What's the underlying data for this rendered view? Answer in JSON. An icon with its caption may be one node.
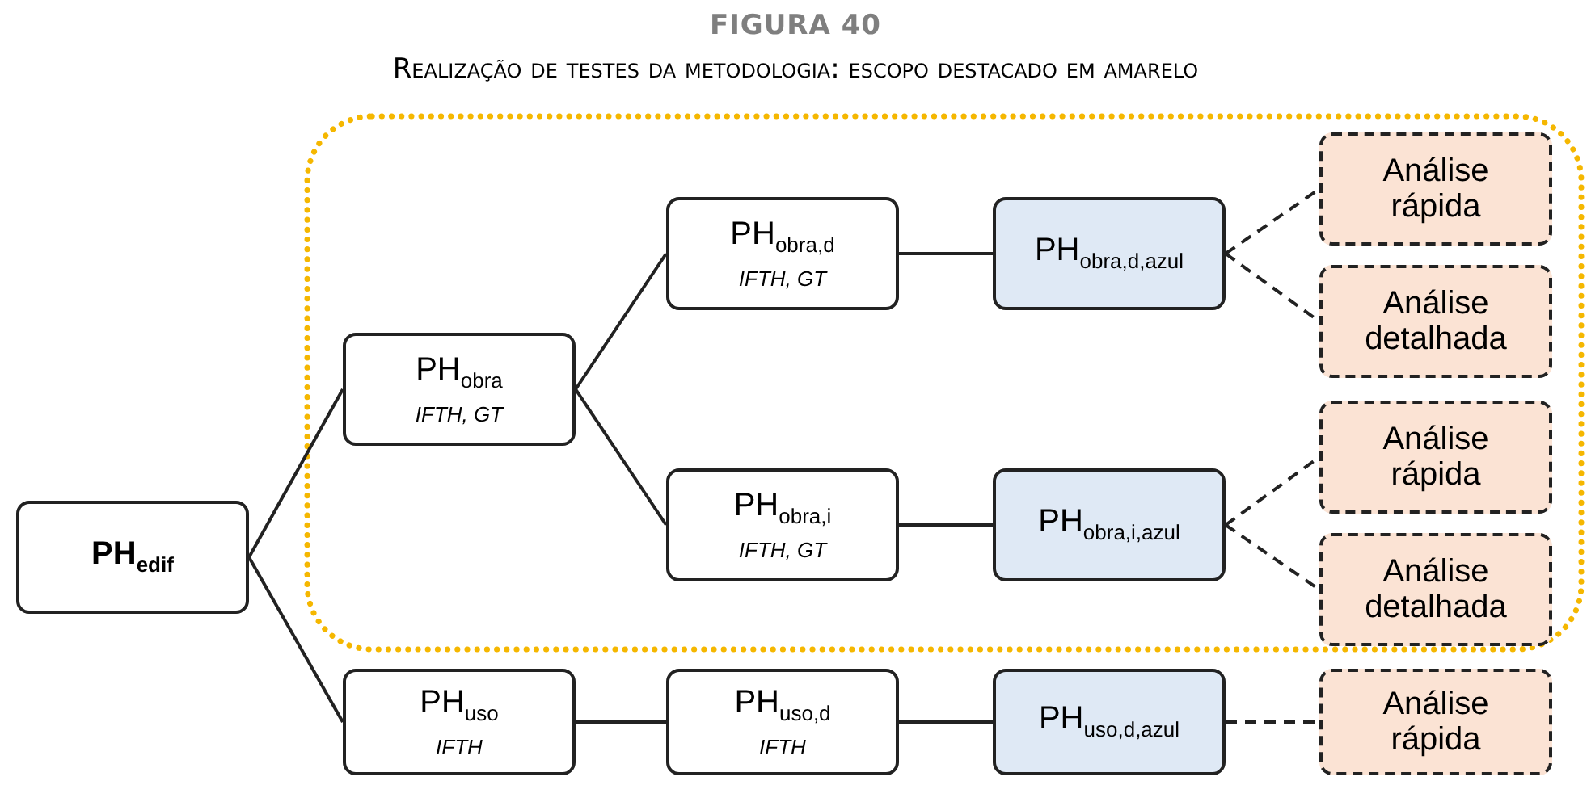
{
  "diagram": {
    "title": "FIGURA 40",
    "caption": "Realização de testes da metodologia: escopo destacado em amarelo",
    "nodes": [
      {
        "text": [
          "PH$_{edif}$"
        ]
      },
      {
        "text": [
          "PH$_{obra}$",
          "IFTH, GT"
        ]
      },
      {
        "text": [
          "PH$_{obra,d}$",
          "IFTH, GT"
        ]
      },
      {
        "text": [
          "PH$_{obra,d,azul}$"
        ]
      },
      {
        "text": [
          "Análise rápida"
        ]
      },
      {
        "text": [
          "Análise detalhada"
        ]
      },
      {
        "text": [
          "PH$_{obra,i}$",
          "IFTH, GT"
        ]
      },
      {
        "text": [
          "PH$_{obra,i,azul}$"
        ]
      },
      {
        "text": [
          "Análise rápida"
        ]
      },
      {
        "text": [
          "Análise detalhada"
        ]
      },
      {
        "text": [
          "PH$_{uso}$",
          "IFTH"
        ]
      },
      {
        "text": [
          "PH$_{uso,d}$",
          "IFTH"
        ]
      },
      {
        "text": [
          "PH$_{uso,d,azul}$"
        ]
      },
      {
        "text": [
          "Análise rápida"
        ]
      }
    ],
    "edges": [
      {
        "from": 0,
        "to": 1,
        "arrow": "none"
      },
      {
        "from": 0,
        "to": 10,
        "arrow": "none"
      },
      {
        "from": 1,
        "to": 2,
        "arrow": "none"
      },
      {
        "from": 1,
        "to": 6,
        "arrow": "none"
      },
      {
        "from": 2,
        "to": 3,
        "arrow": "none"
      },
      {
        "from": 3,
        "to": 4,
        "arrow": "none",
        "style": "dashed"
      },
      {
        "from": 3,
        "to": 5,
        "arrow": "none",
        "style": "dashed"
      },
      {
        "from": 6,
        "to": 7,
        "arrow": "none"
      },
      {
        "from": 7,
        "to": 8,
        "arrow": "none",
        "style": "dashed"
      },
      {
        "from": 7,
        "to": 9,
        "arrow": "none",
        "style": "dashed"
      },
      {
        "from": 10,
        "to": 11,
        "arrow": "none"
      },
      {
        "from": 11,
        "to": 12,
        "arrow": "none"
      },
      {
        "from": 12,
        "to": 13,
        "arrow": "none",
        "style": "dashed"
      }
    ]
  }
}
